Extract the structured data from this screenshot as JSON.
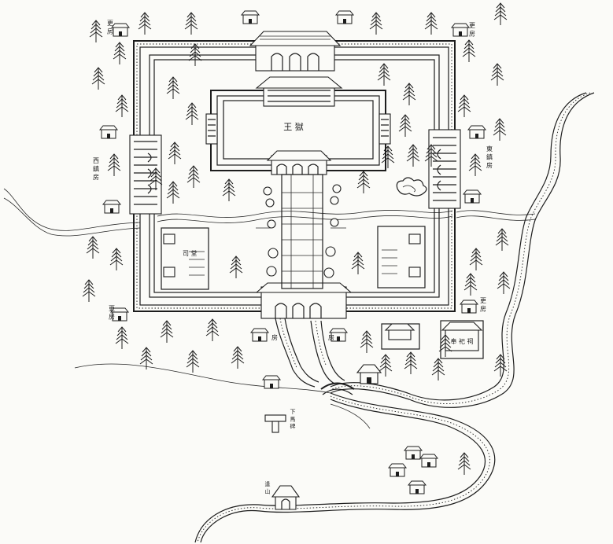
{
  "labels": {
    "palace_name": "王 獄",
    "west_office": "西 鎮 房",
    "east_office": "東 鎮 房",
    "guard_nw": "更 房",
    "guard_ne": "更 房",
    "guard_w": "更 房",
    "guard_se": "更 房",
    "shrine": "奉 祀 祠",
    "gate_left": "房",
    "gate_right": "房",
    "stele": "下 馬 碑",
    "hill": "逢 山",
    "small_hall": "司 堂"
  },
  "colors": {
    "ink": "#1d1d1d",
    "paper": "#fbfbf8"
  }
}
